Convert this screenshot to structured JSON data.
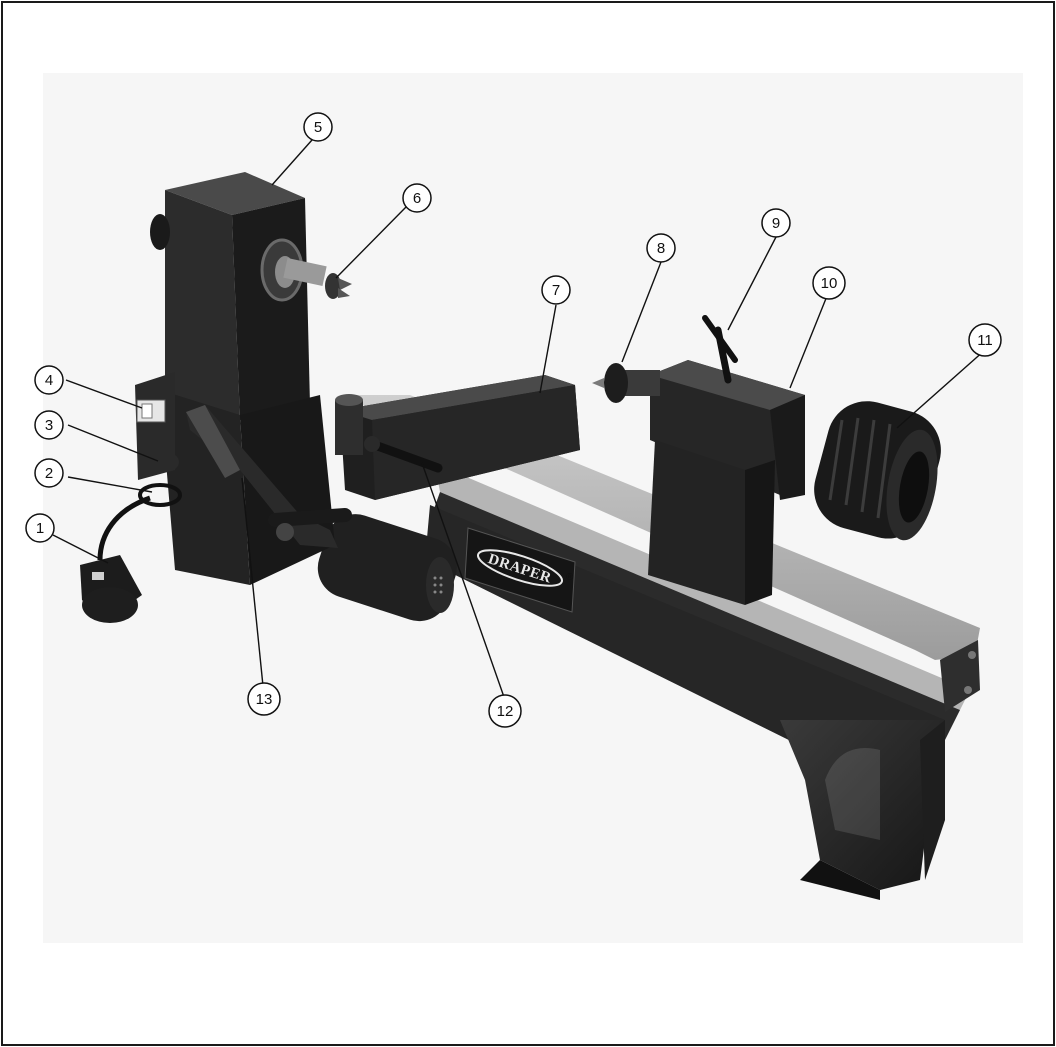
{
  "figure": {
    "brand_label": "DRAPER",
    "brand_mark": "®",
    "callouts": [
      "1",
      "2",
      "3",
      "4",
      "5",
      "6",
      "7",
      "8",
      "9",
      "10",
      "11",
      "12",
      "13"
    ]
  }
}
